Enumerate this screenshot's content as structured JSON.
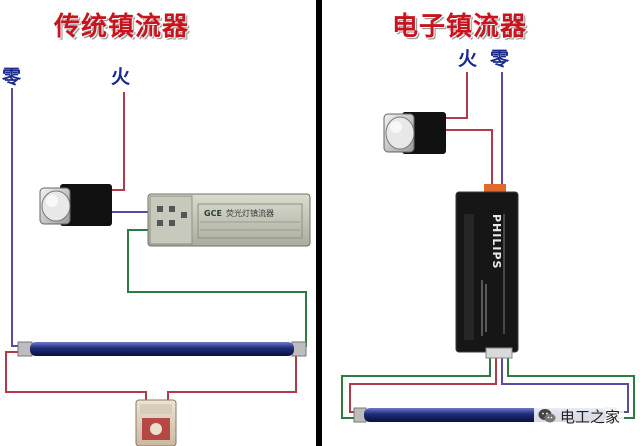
{
  "left_panel": {
    "title": "传统镇流器",
    "label_neutral": "零",
    "label_live": "火",
    "ballast_text": "荧光灯镇流器",
    "ballast_brand": "GCE"
  },
  "right_panel": {
    "title": "电子镇流器",
    "label_live": "火",
    "label_neutral": "零",
    "ballast_brand": "PHILIPS"
  },
  "watermark": {
    "text": "电工之家",
    "icon": "wechat-icon"
  },
  "colors": {
    "title": "#c8141e",
    "label": "#1a2a8c",
    "wire_red": "#b23a4a",
    "wire_purple": "#5a4aa0",
    "wire_green": "#2e7a40",
    "divider": "#000000"
  }
}
